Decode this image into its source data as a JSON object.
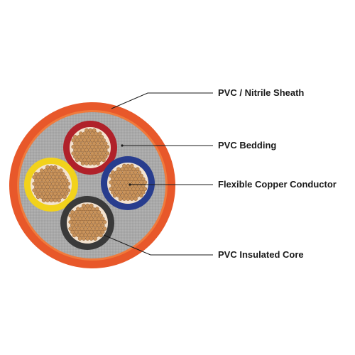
{
  "callouts": [
    {
      "id": "sheath",
      "label": "PVC / Nitrile Sheath"
    },
    {
      "id": "bedding",
      "label": "PVC Bedding"
    },
    {
      "id": "conductor",
      "label": "Flexible Copper Conductor"
    },
    {
      "id": "core",
      "label": "PVC Insulated Core"
    }
  ],
  "colors": {
    "sheath": "#e8582a",
    "sheath_rim": "#f07a3c",
    "bedding": "#a8a8a8",
    "core_red": "#b0212a",
    "core_yellow": "#f2d21b",
    "core_blue": "#283d8e",
    "core_black": "#3a3a3a",
    "copper": "#c9935a",
    "copper_outline": "#8a5a2e",
    "leader_line": "#1a1a1a"
  },
  "cores": [
    {
      "color_key": "core_red",
      "name": "red"
    },
    {
      "color_key": "core_yellow",
      "name": "yellow"
    },
    {
      "color_key": "core_blue",
      "name": "blue"
    },
    {
      "color_key": "core_black",
      "name": "black"
    }
  ]
}
